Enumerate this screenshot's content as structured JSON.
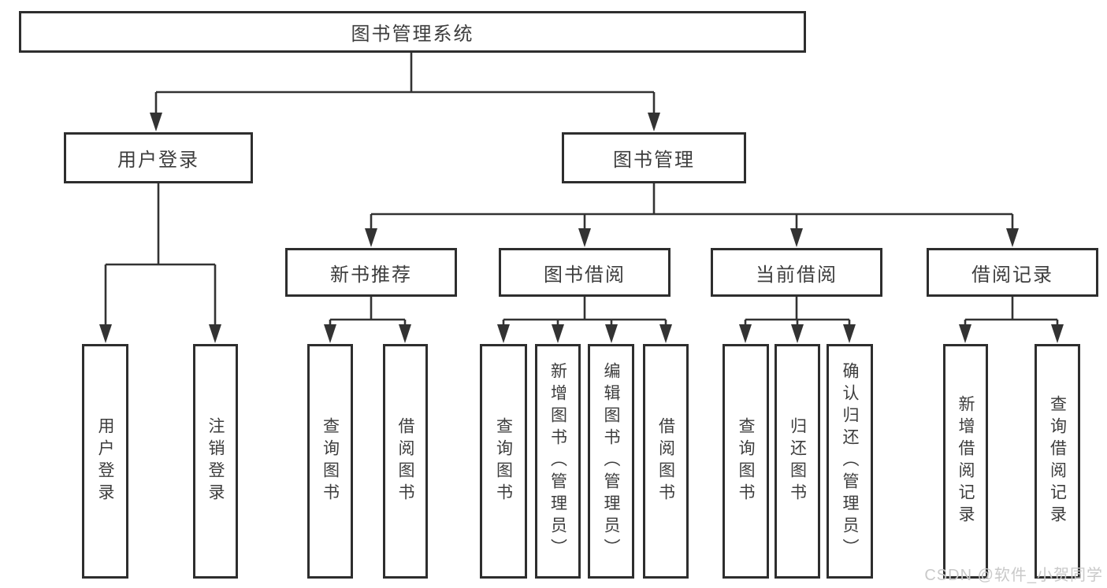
{
  "tree": {
    "root": {
      "label": "图书管理系统"
    },
    "branches": [
      {
        "label": "用户登录",
        "children": [
          {
            "label": "用户登录"
          },
          {
            "label": "注销登录"
          }
        ]
      },
      {
        "label": "图书管理",
        "children": [
          {
            "label": "新书推荐",
            "children": [
              {
                "label": "查询图书"
              },
              {
                "label": "借阅图书"
              }
            ]
          },
          {
            "label": "图书借阅",
            "children": [
              {
                "label": "查询图书"
              },
              {
                "label": "新增图书（管理员）"
              },
              {
                "label": "编辑图书（管理员）"
              },
              {
                "label": "借阅图书"
              }
            ]
          },
          {
            "label": "当前借阅",
            "children": [
              {
                "label": "查询图书"
              },
              {
                "label": "归还图书"
              },
              {
                "label": "确认归还（管理员）"
              }
            ]
          },
          {
            "label": "借阅记录",
            "children": [
              {
                "label": "新增借阅记录"
              },
              {
                "label": "查询借阅记录"
              }
            ]
          }
        ]
      }
    ]
  },
  "watermark": {
    "text": "CSDN @软件_小贺同学"
  },
  "colors": {
    "line": "#333333",
    "border": "#2e2e2e",
    "text": "#3d3d3d",
    "watermark": "#c9c9c9",
    "background": "#ffffff"
  }
}
